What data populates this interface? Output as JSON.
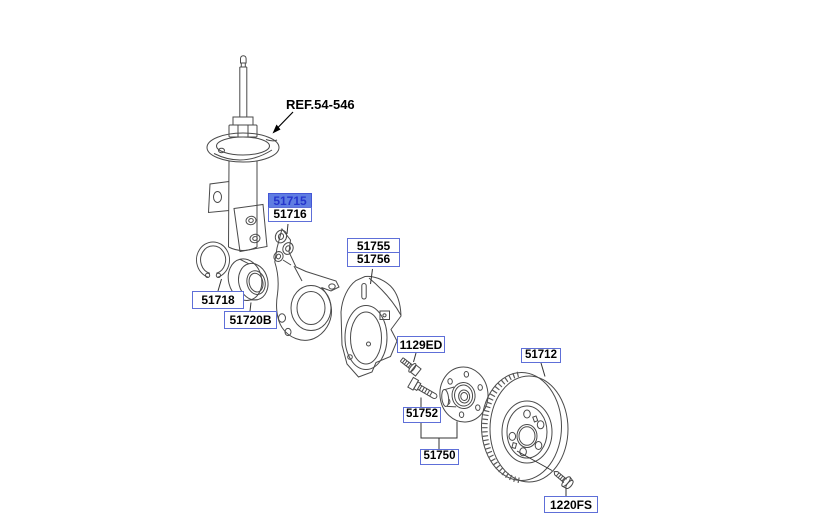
{
  "page": {
    "background": "#ffffff"
  },
  "ref_label": "REF.54-546",
  "selected_part": "51715",
  "labels": {
    "l51715": "51715",
    "l51716": "51716",
    "l51755": "51755",
    "l51756": "51756",
    "l51718": "51718",
    "l51720b": "51720B",
    "l1129ed": "1129ED",
    "l51752": "51752",
    "l51750": "51750",
    "l51712": "51712",
    "l1220fs": "1220FS"
  },
  "colors": {
    "line": "#4a4a4a",
    "leader": "#333333",
    "label_border": "#5e6fd8",
    "label_text": "#000000",
    "selected_fill": "#5f7de2",
    "selected_text": "#2535cc"
  }
}
